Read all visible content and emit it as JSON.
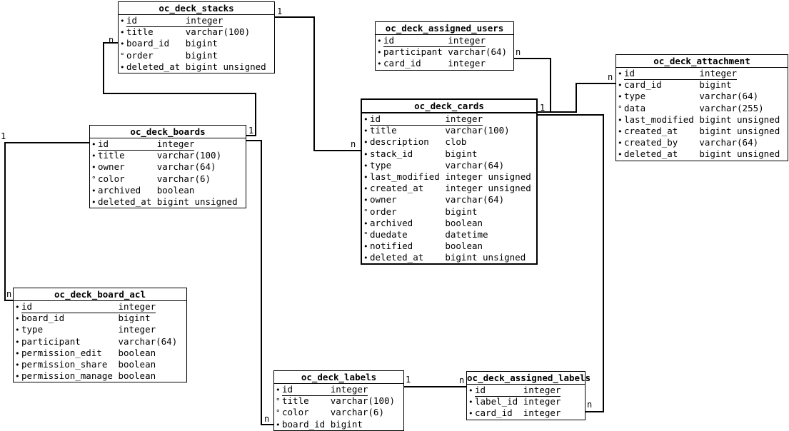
{
  "diagram": {
    "bullet_glyphs": {
      "filled": "•",
      "open": "°"
    },
    "tables": [
      {
        "name": "oc_deck_stacks",
        "columns": [
          {
            "bullet": "filled",
            "name": "id",
            "type": "integer",
            "pk": true
          },
          {
            "bullet": "filled",
            "name": "title",
            "type": "varchar(100)"
          },
          {
            "bullet": "filled",
            "name": "board_id",
            "type": "bigint"
          },
          {
            "bullet": "open",
            "name": "order",
            "type": "bigint"
          },
          {
            "bullet": "filled",
            "name": "deleted_at",
            "type": "bigint unsigned"
          }
        ]
      },
      {
        "name": "oc_deck_assigned_users",
        "columns": [
          {
            "bullet": "filled",
            "name": "id",
            "type": "integer",
            "pk": true
          },
          {
            "bullet": "filled",
            "name": "participant",
            "type": "varchar(64)"
          },
          {
            "bullet": "filled",
            "name": "card_id",
            "type": "integer"
          }
        ]
      },
      {
        "name": "oc_deck_attachment",
        "columns": [
          {
            "bullet": "filled",
            "name": "id",
            "type": "integer",
            "pk": true
          },
          {
            "bullet": "filled",
            "name": "card_id",
            "type": "bigint"
          },
          {
            "bullet": "filled",
            "name": "type",
            "type": "varchar(64)"
          },
          {
            "bullet": "open",
            "name": "data",
            "type": "varchar(255)"
          },
          {
            "bullet": "filled",
            "name": "last_modified",
            "type": "bigint unsigned"
          },
          {
            "bullet": "filled",
            "name": "created_at",
            "type": "bigint unsigned"
          },
          {
            "bullet": "filled",
            "name": "created_by",
            "type": "varchar(64)"
          },
          {
            "bullet": "filled",
            "name": "deleted_at",
            "type": "bigint unsigned"
          }
        ]
      },
      {
        "name": "oc_deck_cards",
        "columns": [
          {
            "bullet": "filled",
            "name": "id",
            "type": "integer",
            "pk": true
          },
          {
            "bullet": "filled",
            "name": "title",
            "type": "varchar(100)"
          },
          {
            "bullet": "filled",
            "name": "description",
            "type": "clob"
          },
          {
            "bullet": "filled",
            "name": "stack_id",
            "type": "bigint"
          },
          {
            "bullet": "filled",
            "name": "type",
            "type": "varchar(64)"
          },
          {
            "bullet": "filled",
            "name": "last_modified",
            "type": "integer unsigned"
          },
          {
            "bullet": "filled",
            "name": "created_at",
            "type": "integer unsigned"
          },
          {
            "bullet": "filled",
            "name": "owner",
            "type": "varchar(64)"
          },
          {
            "bullet": "open",
            "name": "order",
            "type": "bigint"
          },
          {
            "bullet": "filled",
            "name": "archived",
            "type": "boolean"
          },
          {
            "bullet": "open",
            "name": "duedate",
            "type": "datetime"
          },
          {
            "bullet": "filled",
            "name": "notified",
            "type": "boolean"
          },
          {
            "bullet": "filled",
            "name": "deleted_at",
            "type": "bigint unsigned"
          }
        ]
      },
      {
        "name": "oc_deck_boards",
        "columns": [
          {
            "bullet": "filled",
            "name": "id",
            "type": "integer",
            "pk": true
          },
          {
            "bullet": "filled",
            "name": "title",
            "type": "varchar(100)"
          },
          {
            "bullet": "filled",
            "name": "owner",
            "type": "varchar(64)"
          },
          {
            "bullet": "open",
            "name": "color",
            "type": "varchar(6)"
          },
          {
            "bullet": "filled",
            "name": "archived",
            "type": "boolean"
          },
          {
            "bullet": "filled",
            "name": "deleted_at",
            "type": "bigint unsigned"
          }
        ]
      },
      {
        "name": "oc_deck_board_acl",
        "columns": [
          {
            "bullet": "filled",
            "name": "id",
            "type": "integer",
            "pk": true
          },
          {
            "bullet": "filled",
            "name": "board_id",
            "type": "bigint"
          },
          {
            "bullet": "filled",
            "name": "type",
            "type": "integer"
          },
          {
            "bullet": "filled",
            "name": "participant",
            "type": "varchar(64)"
          },
          {
            "bullet": "filled",
            "name": "permission_edit",
            "type": "boolean"
          },
          {
            "bullet": "filled",
            "name": "permission_share",
            "type": "boolean"
          },
          {
            "bullet": "filled",
            "name": "permission_manage",
            "type": "boolean"
          }
        ]
      },
      {
        "name": "oc_deck_labels",
        "columns": [
          {
            "bullet": "filled",
            "name": "id",
            "type": "integer",
            "pk": true
          },
          {
            "bullet": "open",
            "name": "title",
            "type": "varchar(100)"
          },
          {
            "bullet": "open",
            "name": "color",
            "type": "varchar(6)"
          },
          {
            "bullet": "filled",
            "name": "board_id",
            "type": "bigint"
          }
        ]
      },
      {
        "name": "oc_deck_assigned_labels",
        "columns": [
          {
            "bullet": "filled",
            "name": "id",
            "type": "integer",
            "pk": true
          },
          {
            "bullet": "filled",
            "name": "label_id",
            "type": "integer"
          },
          {
            "bullet": "filled",
            "name": "card_id",
            "type": "integer"
          }
        ]
      }
    ],
    "connections": [
      {
        "from": "oc_deck_stacks",
        "from_card": "1",
        "to": "oc_deck_cards",
        "to_card": "n"
      },
      {
        "from": "oc_deck_boards",
        "from_card": "1",
        "to": "oc_deck_stacks",
        "to_card": "n"
      },
      {
        "from": "oc_deck_boards",
        "from_card": "",
        "to": "oc_deck_labels",
        "to_card": "n"
      },
      {
        "from": "oc_deck_boards",
        "from_card": "1",
        "to": "oc_deck_board_acl",
        "to_card": "n"
      },
      {
        "from": "oc_deck_cards",
        "from_card": "1",
        "to": "oc_deck_assigned_users",
        "to_card": "n"
      },
      {
        "from": "oc_deck_cards",
        "from_card": "",
        "to": "oc_deck_attachment",
        "to_card": "n"
      },
      {
        "from": "oc_deck_cards",
        "from_card": "",
        "to": "oc_deck_assigned_labels",
        "to_card": "n"
      },
      {
        "from": "oc_deck_labels",
        "from_card": "1",
        "to": "oc_deck_assigned_labels",
        "to_card": "n"
      }
    ],
    "colors": {
      "line": "#000000",
      "table_border": "#000000",
      "background": "#ffffff",
      "text": "#000000"
    }
  }
}
